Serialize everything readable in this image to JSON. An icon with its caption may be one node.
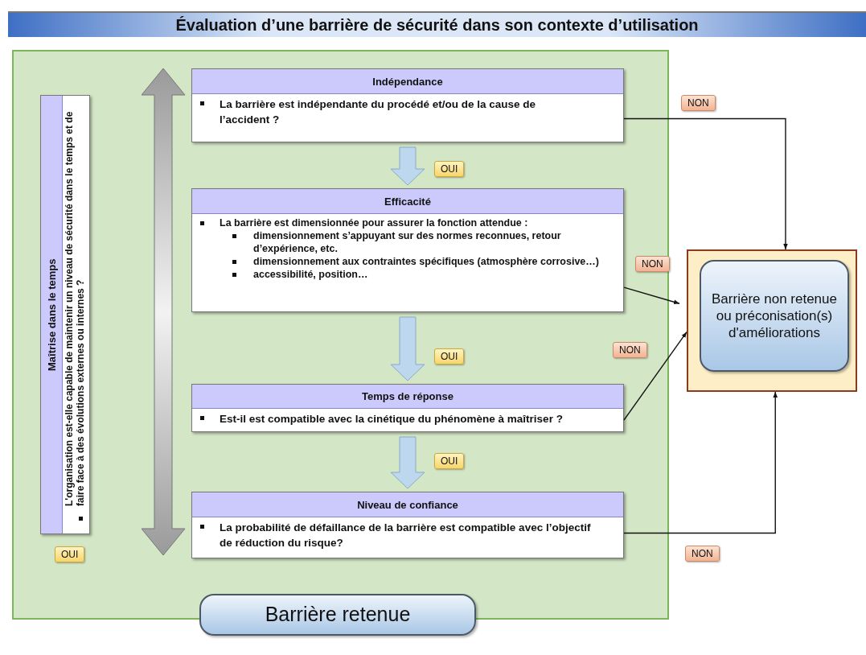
{
  "diagram": {
    "title": "Évaluation d’une barrière de sécurité dans son contexte d’utilisation",
    "nodes": [
      {
        "text": [],
        "shape": "box"
      },
      {
        "text": [
          "Maîtrise dans le temps",
          "L'organisation est-elle capable de maintenir un niveau de sécurité dans le temps et de faire face à des évolutions externes ou internes ?"
        ],
        "in": 0
      },
      {
        "text": [
          "Indépendance",
          "La barrière est indépendante du procédé et/ou de la cause de l’accident ?"
        ],
        "in": 0
      },
      {
        "text": [
          "Efficacité",
          "La barrière est dimensionnée pour assurer la fonction attendue :",
          "dimensionnement s’appuyant sur des normes reconnues, retour d’expérience, etc.",
          "dimensionnement aux contraintes spécifiques (atmosphère corrosive…)",
          "accessibilité, position…"
        ],
        "in": 0
      },
      {
        "text": [
          "Temps de réponse",
          "Est-il est compatible avec la cinétique du phénomène à maîtriser ?"
        ],
        "in": 0
      },
      {
        "text": [
          "Niveau de confiance",
          "La probabilité de défaillance de la barrière est compatible avec l’objectif de réduction du risque?"
        ],
        "in": 0
      },
      {
        "text": [
          "Barrière retenue"
        ]
      },
      {
        "text": [],
        "shape": "box"
      },
      {
        "text": [
          "Barrière non retenue ou préconisation(s) d'améliorations"
        ],
        "in": 7
      }
    ],
    "edges": [
      {
        "from": 2,
        "to": 3,
        "arrow": "to",
        "label": "OUI",
        "style": "thick",
        "color": "#bdd7ee"
      },
      {
        "from": 3,
        "to": 4,
        "arrow": "to",
        "label": "OUI",
        "style": "thick",
        "color": "#bdd7ee"
      },
      {
        "from": 4,
        "to": 5,
        "arrow": "to",
        "label": "OUI",
        "style": "thick",
        "color": "#bdd7ee"
      },
      {
        "from": 2,
        "to": 7,
        "arrow": "to",
        "label": "NON"
      },
      {
        "from": 3,
        "to": 7,
        "arrow": "to",
        "label": "NON"
      },
      {
        "from": 4,
        "to": 7,
        "arrow": "to",
        "label": "NON"
      },
      {
        "from": 5,
        "to": 7,
        "arrow": "to",
        "label": "NON"
      }
    ],
    "labels": [
      "OUI"
    ]
  }
}
